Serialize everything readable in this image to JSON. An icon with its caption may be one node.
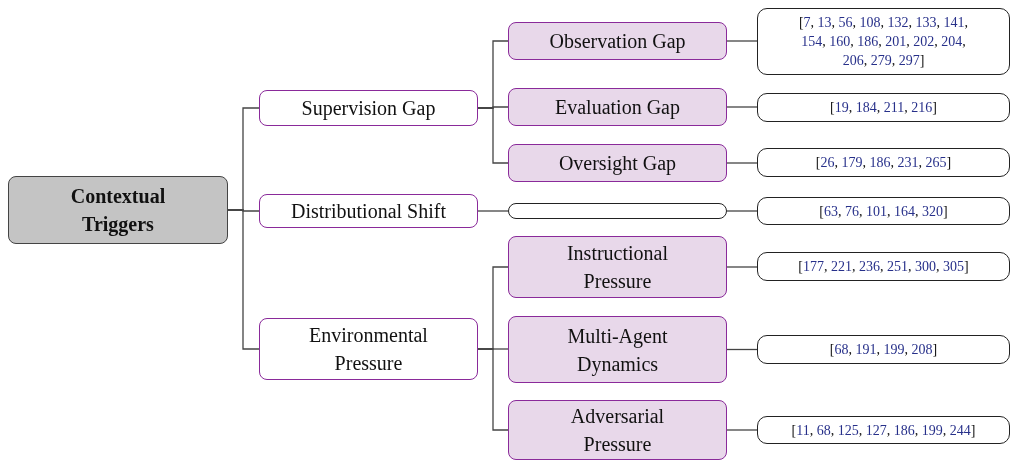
{
  "diagram": {
    "nodes": [
      {
        "text": [
          "Contextual Triggers"
        ]
      },
      {
        "text": [
          "Supervision Gap"
        ]
      },
      {
        "text": [
          "Observation Gap"
        ]
      },
      {
        "text": [
          "[7, 13, 56, 108, 132, 133, 141, 154, 160, 186, 201, 202, 204, 206, 279, 297]"
        ]
      },
      {
        "text": [
          "Evaluation Gap"
        ]
      },
      {
        "text": [
          "[19, 184, 211, 216]"
        ]
      },
      {
        "text": [
          "Oversight Gap"
        ]
      },
      {
        "text": [
          "[26, 179, 186, 231, 265]"
        ]
      },
      {
        "text": [
          "Distributional Shift"
        ]
      },
      {
        "text": [],
        "shape": "box"
      },
      {
        "text": [
          "[63, 76, 101, 164, 320]"
        ]
      },
      {
        "text": [
          "Environmental Pressure"
        ]
      },
      {
        "text": [
          "Instructional Pressure"
        ]
      },
      {
        "text": [
          "[177, 221, 236, 251, 300, 305]"
        ]
      },
      {
        "text": [
          "Multi-Agent Dynamics"
        ]
      },
      {
        "text": [
          "[68, 191, 199, 208]"
        ]
      },
      {
        "text": [
          "Adversarial Pressure"
        ]
      },
      {
        "text": [
          "[11, 68, 125, 127, 186, 199, 244]"
        ]
      }
    ],
    "edges": [
      {
        "from": 0,
        "to": 1,
        "arrow": "none"
      },
      {
        "from": 0,
        "to": 8,
        "arrow": "none"
      },
      {
        "from": 0,
        "to": 11,
        "arrow": "none"
      },
      {
        "from": 1,
        "to": 2,
        "arrow": "none"
      },
      {
        "from": 1,
        "to": 4,
        "arrow": "none"
      },
      {
        "from": 1,
        "to": 6,
        "arrow": "none"
      },
      {
        "from": 2,
        "to": 3,
        "arrow": "none"
      },
      {
        "from": 4,
        "to": 5,
        "arrow": "none"
      },
      {
        "from": 6,
        "to": 7,
        "arrow": "none"
      },
      {
        "from": 8,
        "to": 9,
        "arrow": "none"
      },
      {
        "from": 9,
        "to": 10,
        "arrow": "none"
      },
      {
        "from": 11,
        "to": 12,
        "arrow": "none"
      },
      {
        "from": 11,
        "to": 14,
        "arrow": "none"
      },
      {
        "from": 11,
        "to": 16,
        "arrow": "none"
      },
      {
        "from": 12,
        "to": 13,
        "arrow": "none"
      },
      {
        "from": 14,
        "to": 15,
        "arrow": "none"
      },
      {
        "from": 16,
        "to": 17,
        "arrow": "none"
      }
    ]
  }
}
